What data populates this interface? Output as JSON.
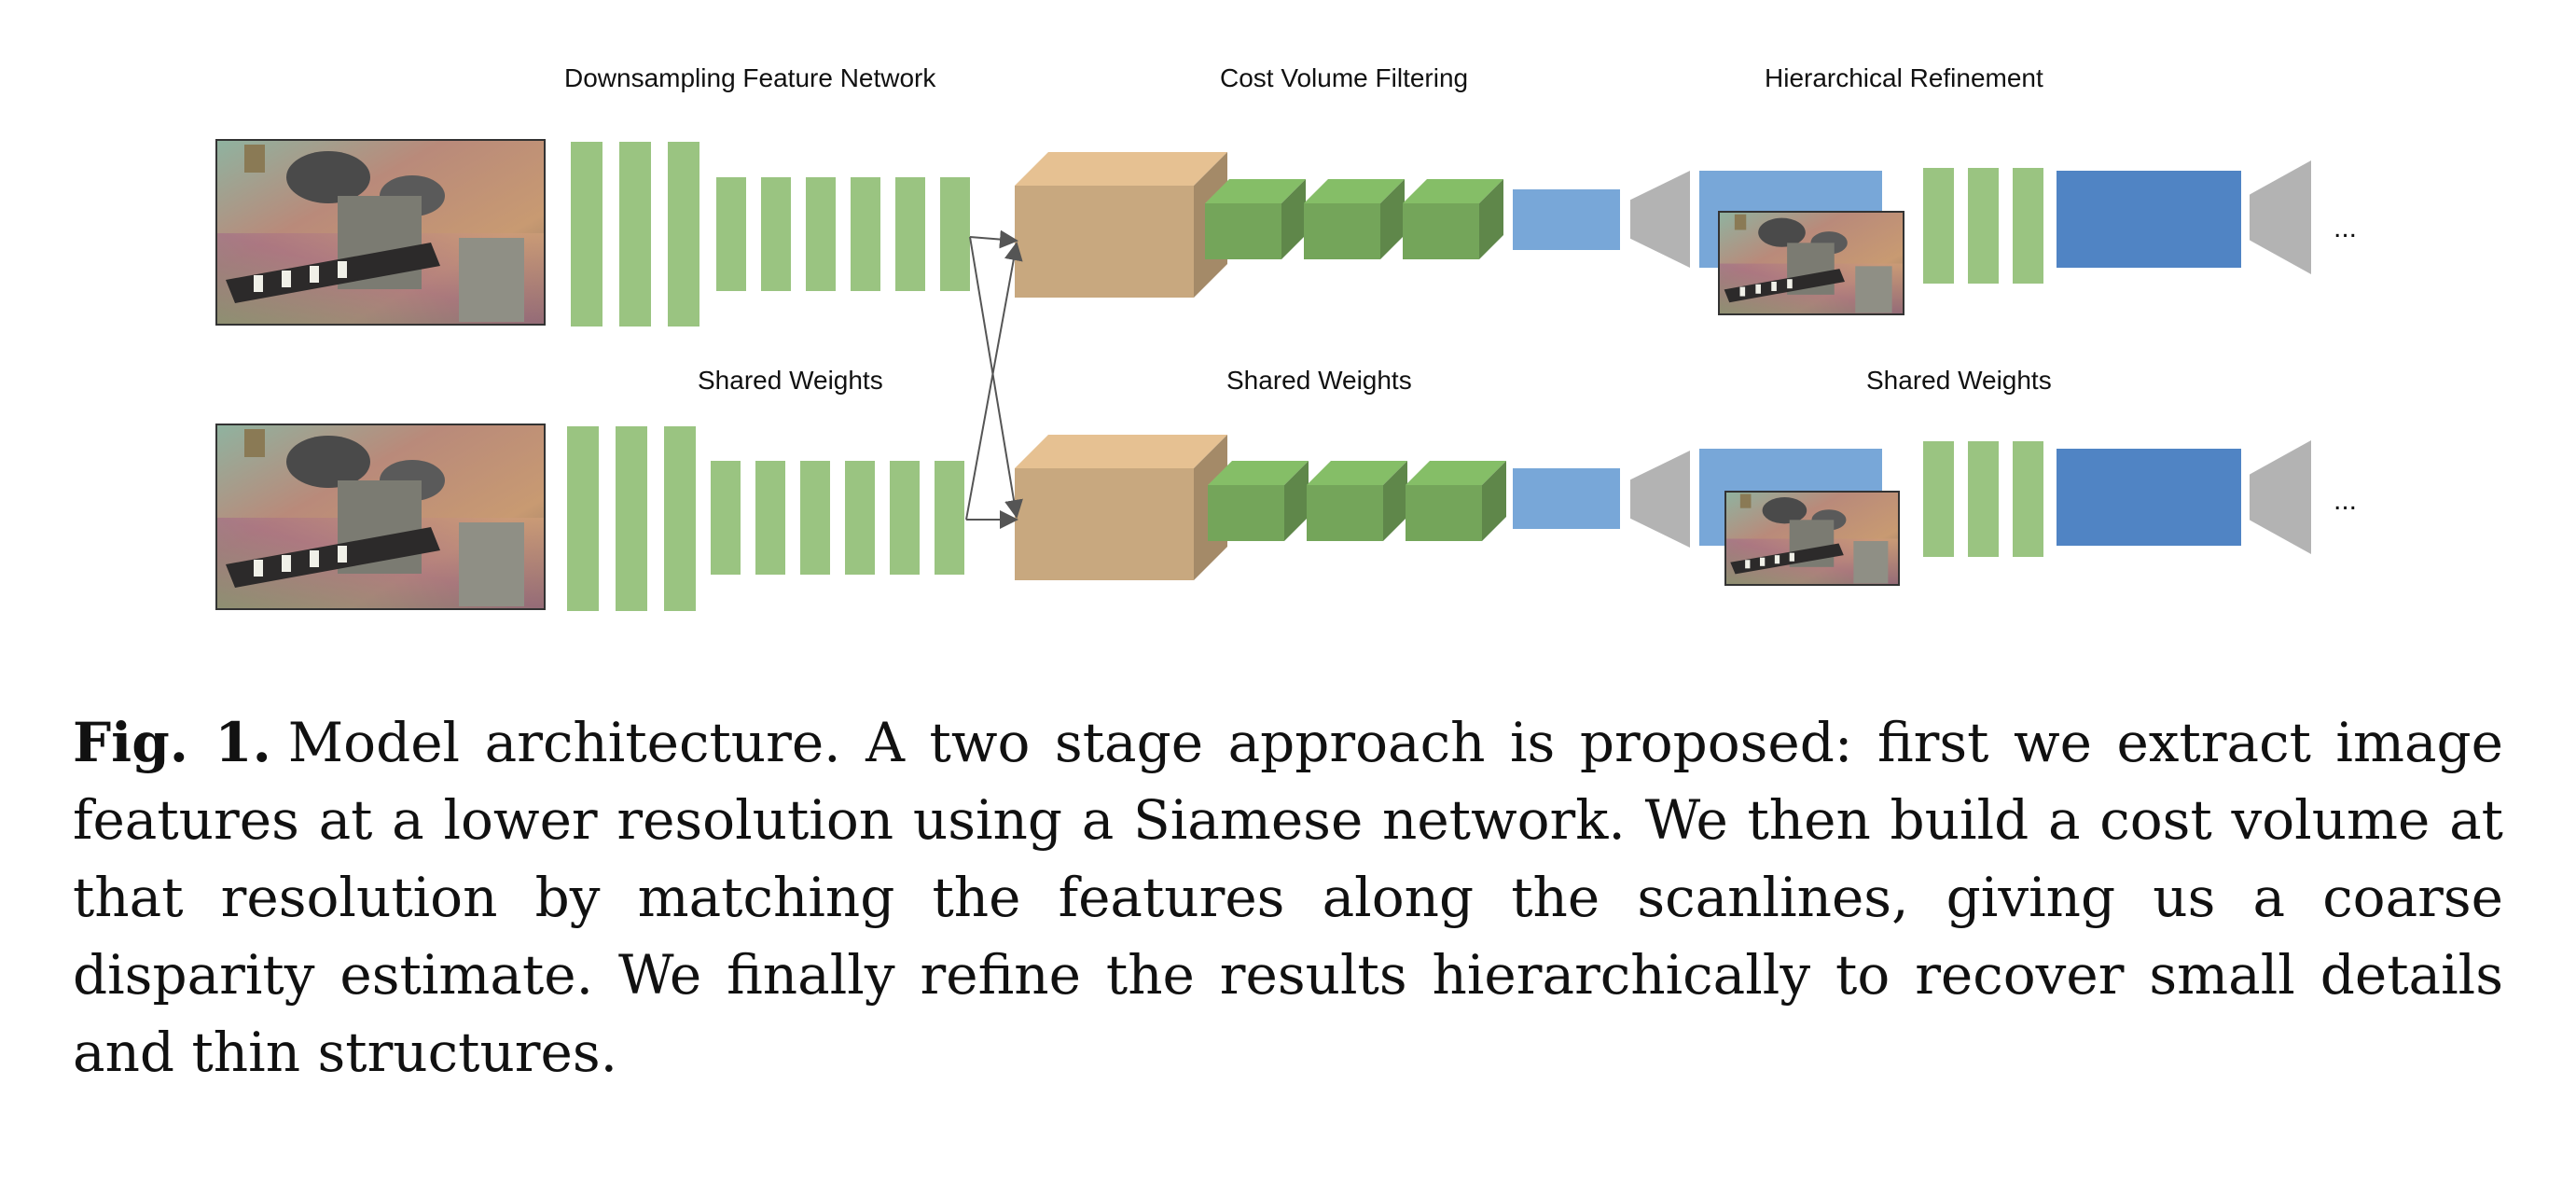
{
  "figure": {
    "labels": {
      "downsampling": "Downsampling Feature Network",
      "cost_volume": "Cost Volume Filtering",
      "refinement": "Hierarchical Refinement",
      "shared1": "Shared Weights",
      "shared2": "Shared Weights",
      "shared3": "Shared Weights",
      "ellipsis_top": "...",
      "ellipsis_bottom": "..."
    },
    "colors": {
      "feature_green": "#9ac481",
      "cost_green": "#74a55a",
      "cost_volume_tan": "#c8a87f",
      "light_blue": "#78a7d8",
      "dark_blue": "#5084c4",
      "upsample_gray": "#b3b3b3"
    }
  },
  "caption": {
    "label": "Fig. 1.",
    "text": "Model architecture. A two stage approach is proposed: first we extract image features at a lower resolution using a Siamese network. We then build a cost volume at that resolution by matching the features along the scanlines, giving us a coarse disparity estimate. We finally refine the results hierarchically to recover small details and thin structures."
  }
}
